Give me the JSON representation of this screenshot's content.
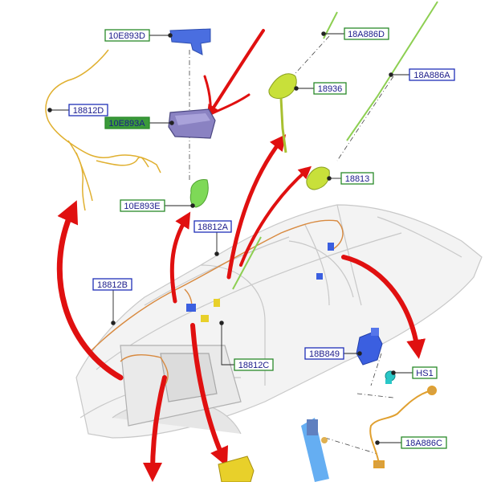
{
  "labels": {
    "l_10E893D": "10E893D",
    "l_18812D": "18812D",
    "l_10E893A": "10E893A",
    "l_10E893E": "10E893E",
    "l_18A886D": "18A886D",
    "l_18936": "18936",
    "l_18A886A": "18A886A",
    "l_18813": "18813",
    "l_18812A": "18812A",
    "l_18812B": "18812B",
    "l_18812C": "18812C",
    "l_18B849": "18B849",
    "l_HS1": "HS1",
    "l_18A886C": "18A886C"
  },
  "colors": {
    "blue_callout_border": "#1f2fb8",
    "green_callout_border": "#2a8a2a",
    "callout_text": "#1a1a8a",
    "arrow_red": "#e01010",
    "harness_orange": "#e0a030",
    "part_green": "#9acd32",
    "part_blue": "#4a6ee0",
    "part_purple": "#8a7fc0",
    "car_outline": "#bfbfbf"
  }
}
